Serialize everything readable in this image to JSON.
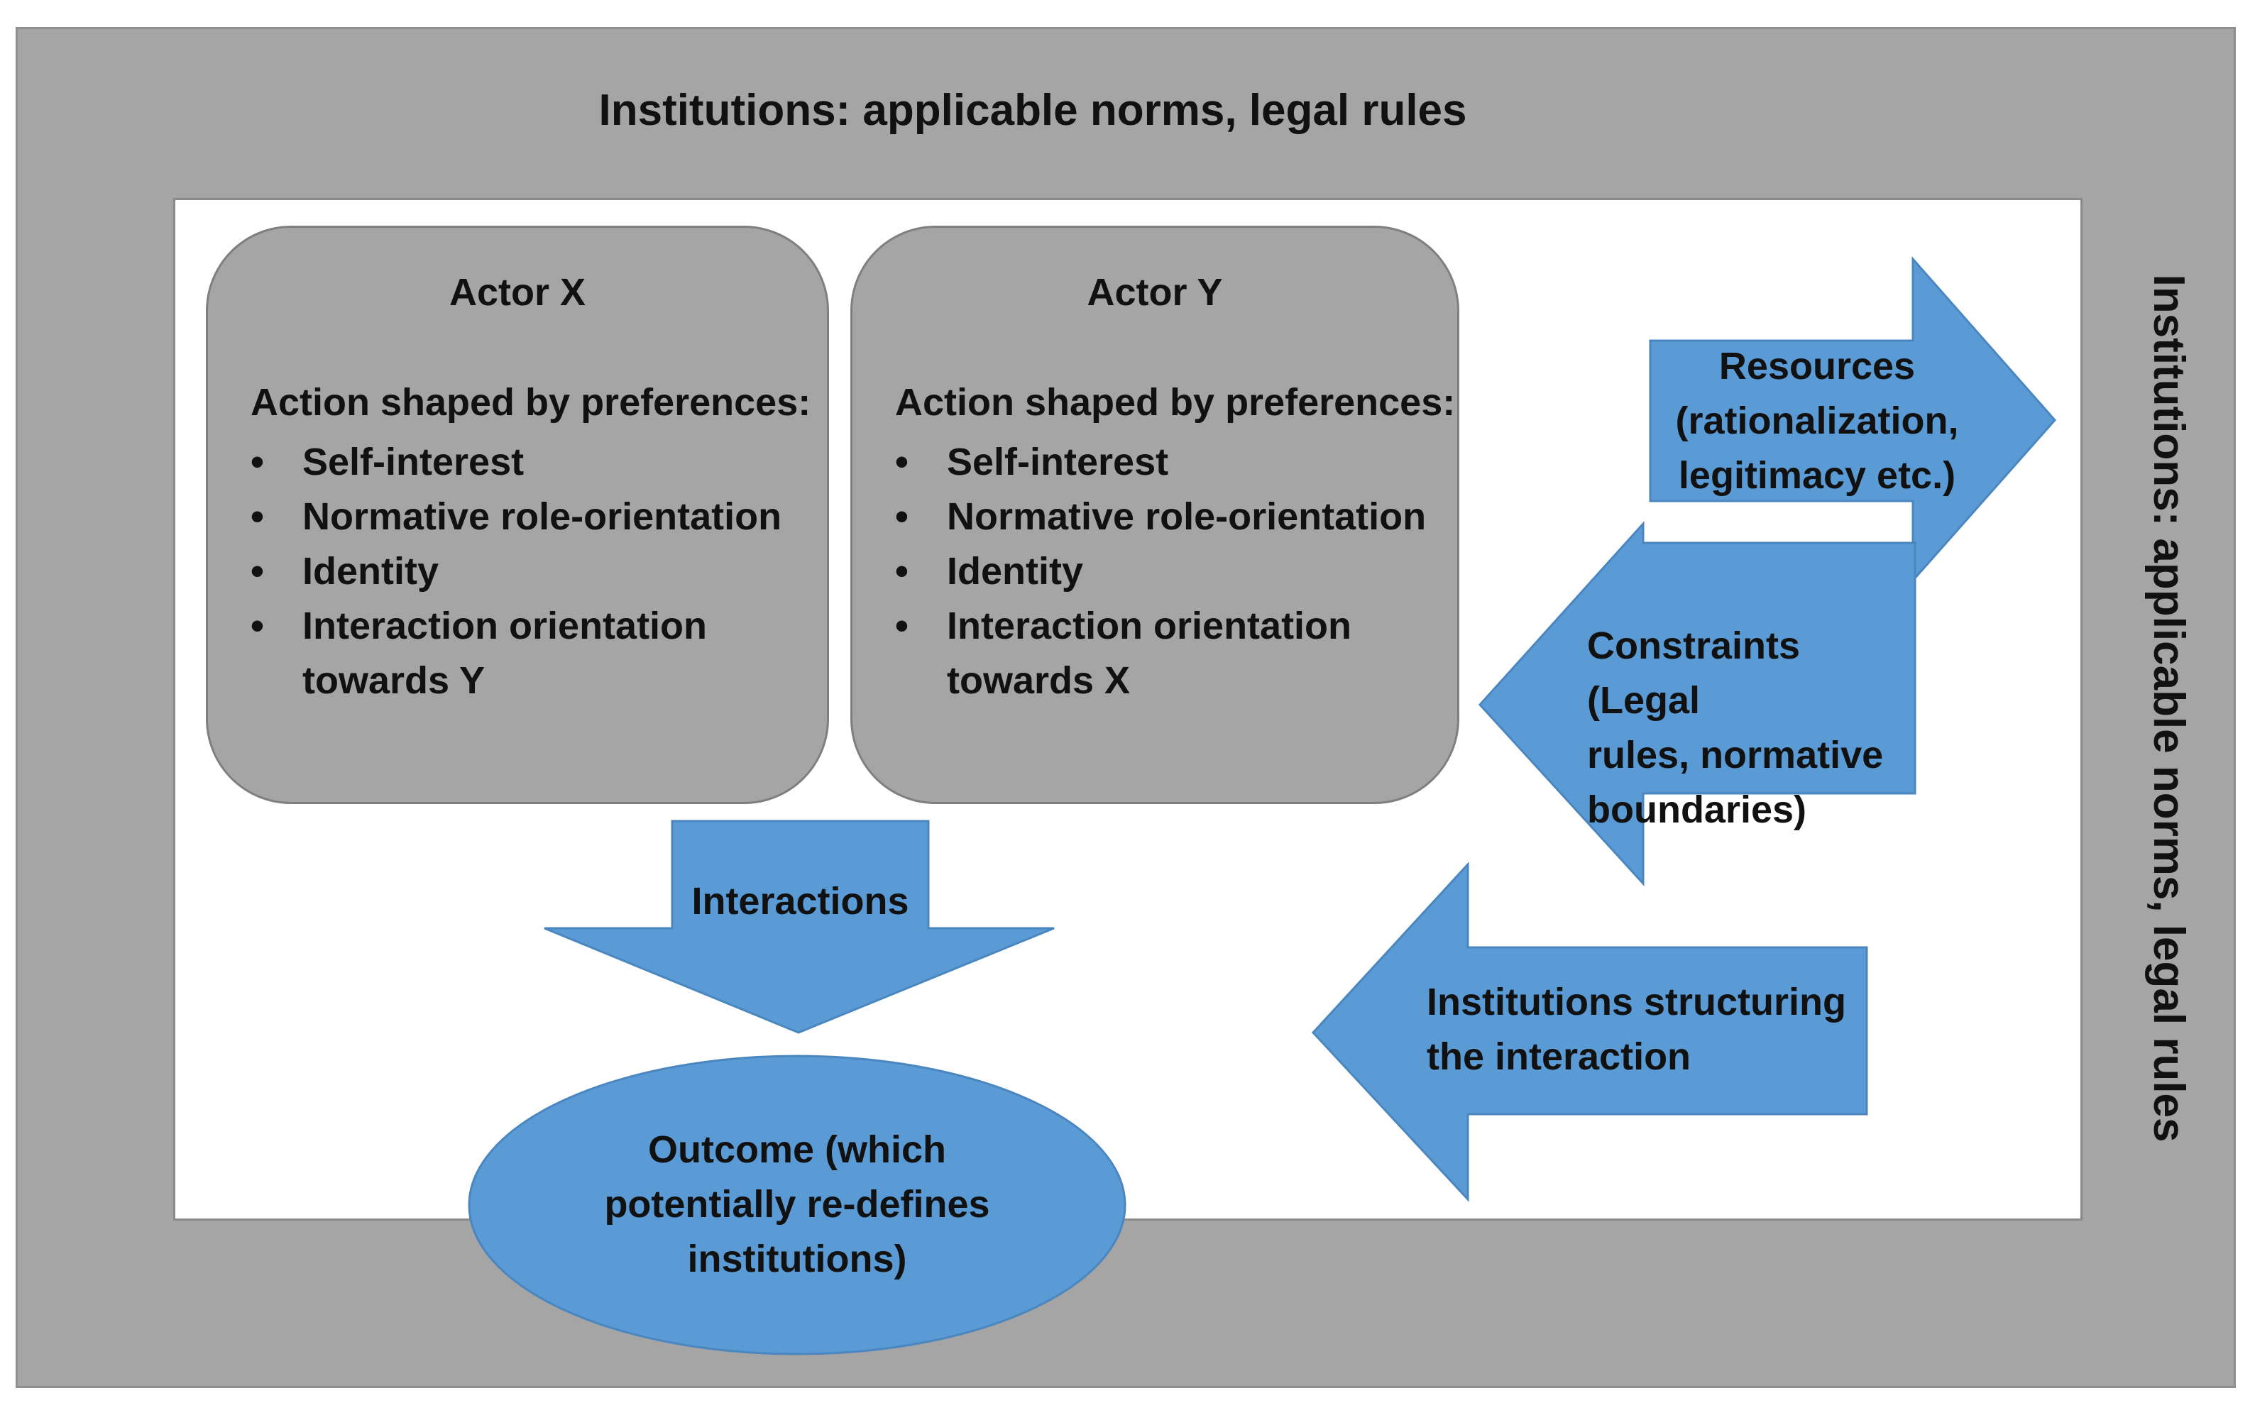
{
  "frame": {
    "title": "Institutions: applicable norms, legal rules",
    "side_title": "Institutions: applicable norms, legal rules"
  },
  "actor_x": {
    "title": "Actor X",
    "lead": "Action shaped by preferences:",
    "items": [
      "Self-interest",
      "Normative role-orientation",
      "Identity",
      "Interaction orientation",
      "towards Y"
    ]
  },
  "actor_y": {
    "title": "Actor Y",
    "lead": "Action shaped by preferences:",
    "items": [
      "Self-interest",
      "Normative role-orientation",
      "Identity",
      "Interaction orientation",
      "towards X"
    ]
  },
  "bullet_glyph": "•",
  "arrows": {
    "resources": [
      "Resources",
      "(rationalization,",
      "legitimacy etc.)"
    ],
    "constraints": [
      "Constraints (Legal",
      "rules, normative",
      "boundaries)"
    ],
    "structuring": [
      "Institutions structuring",
      "the interaction"
    ],
    "interactions": "Interactions"
  },
  "outcome": [
    "Outcome (which",
    "potentially re-defines",
    "institutions)"
  ],
  "colors": {
    "frame": "#a5a5a5",
    "actor_box": "#a5a5a5",
    "arrow_fill": "#5b9bd5",
    "arrow_stroke": "#4a86c0"
  }
}
